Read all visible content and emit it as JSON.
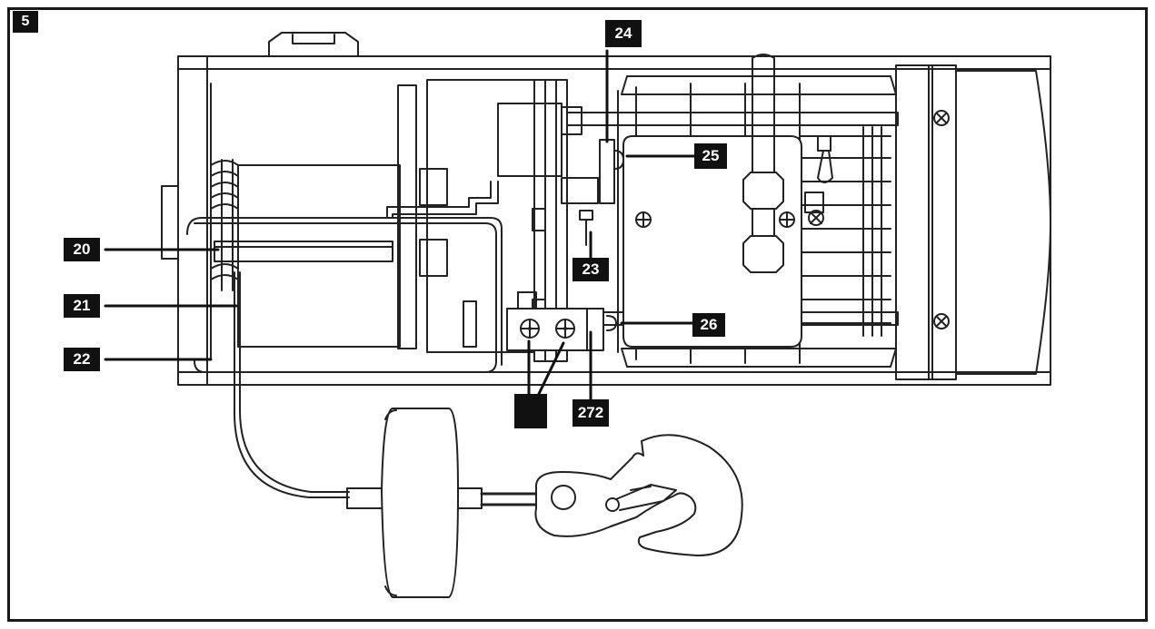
{
  "figure_number": "5",
  "callouts": {
    "c20": "20",
    "c21": "21",
    "c22": "22",
    "c23": "23",
    "c24": "24",
    "c25": "25",
    "c26": "26",
    "c27": "",
    "c272": "272"
  },
  "colors": {
    "line": "#222222",
    "label_bg": "#111111",
    "label_text": "#ffffff",
    "background": "#ffffff"
  }
}
